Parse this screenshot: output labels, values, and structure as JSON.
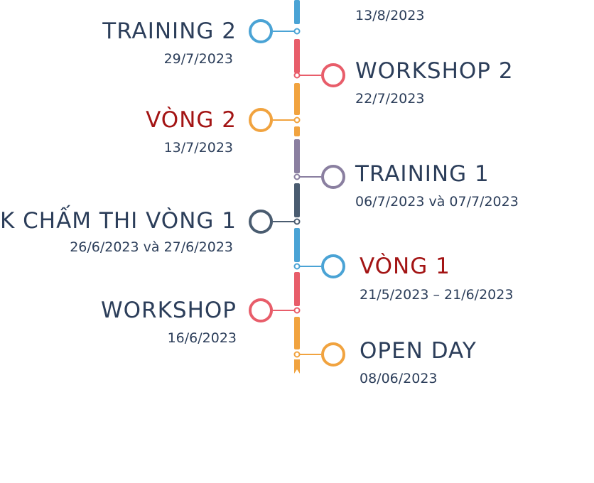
{
  "colors": {
    "blue": "#4aa3d5",
    "red": "#e85d6a",
    "orange": "#f1a33f",
    "purple": "#8a7fa0",
    "navy": "#4a5c70",
    "text": "#2c3e5a",
    "accent_red": "#a31414"
  },
  "events": [
    {
      "title": "",
      "date": "13/8/2023",
      "color": "blue"
    },
    {
      "title": "TRAINING 2",
      "date": "29/7/2023",
      "color": "blue"
    },
    {
      "title": "WORKSHOP 2",
      "date": "22/7/2023",
      "color": "red"
    },
    {
      "title": "VÒNG 2",
      "date": "13/7/2023",
      "color": "orange"
    },
    {
      "title": "TRAINING 1",
      "date": "06/7/2023 và 07/7/2023",
      "color": "purple"
    },
    {
      "title": "K CHẤM THI VÒNG 1",
      "date": "26/6/2023 và 27/6/2023",
      "color": "navy"
    },
    {
      "title": "VÒNG 1",
      "date": "21/5/2023 – 21/6/2023",
      "color": "blue"
    },
    {
      "title": "WORKSHOP",
      "date": "16/6/2023",
      "color": "red"
    },
    {
      "title": "OPEN DAY",
      "date": "08/06/2023",
      "color": "orange"
    }
  ]
}
